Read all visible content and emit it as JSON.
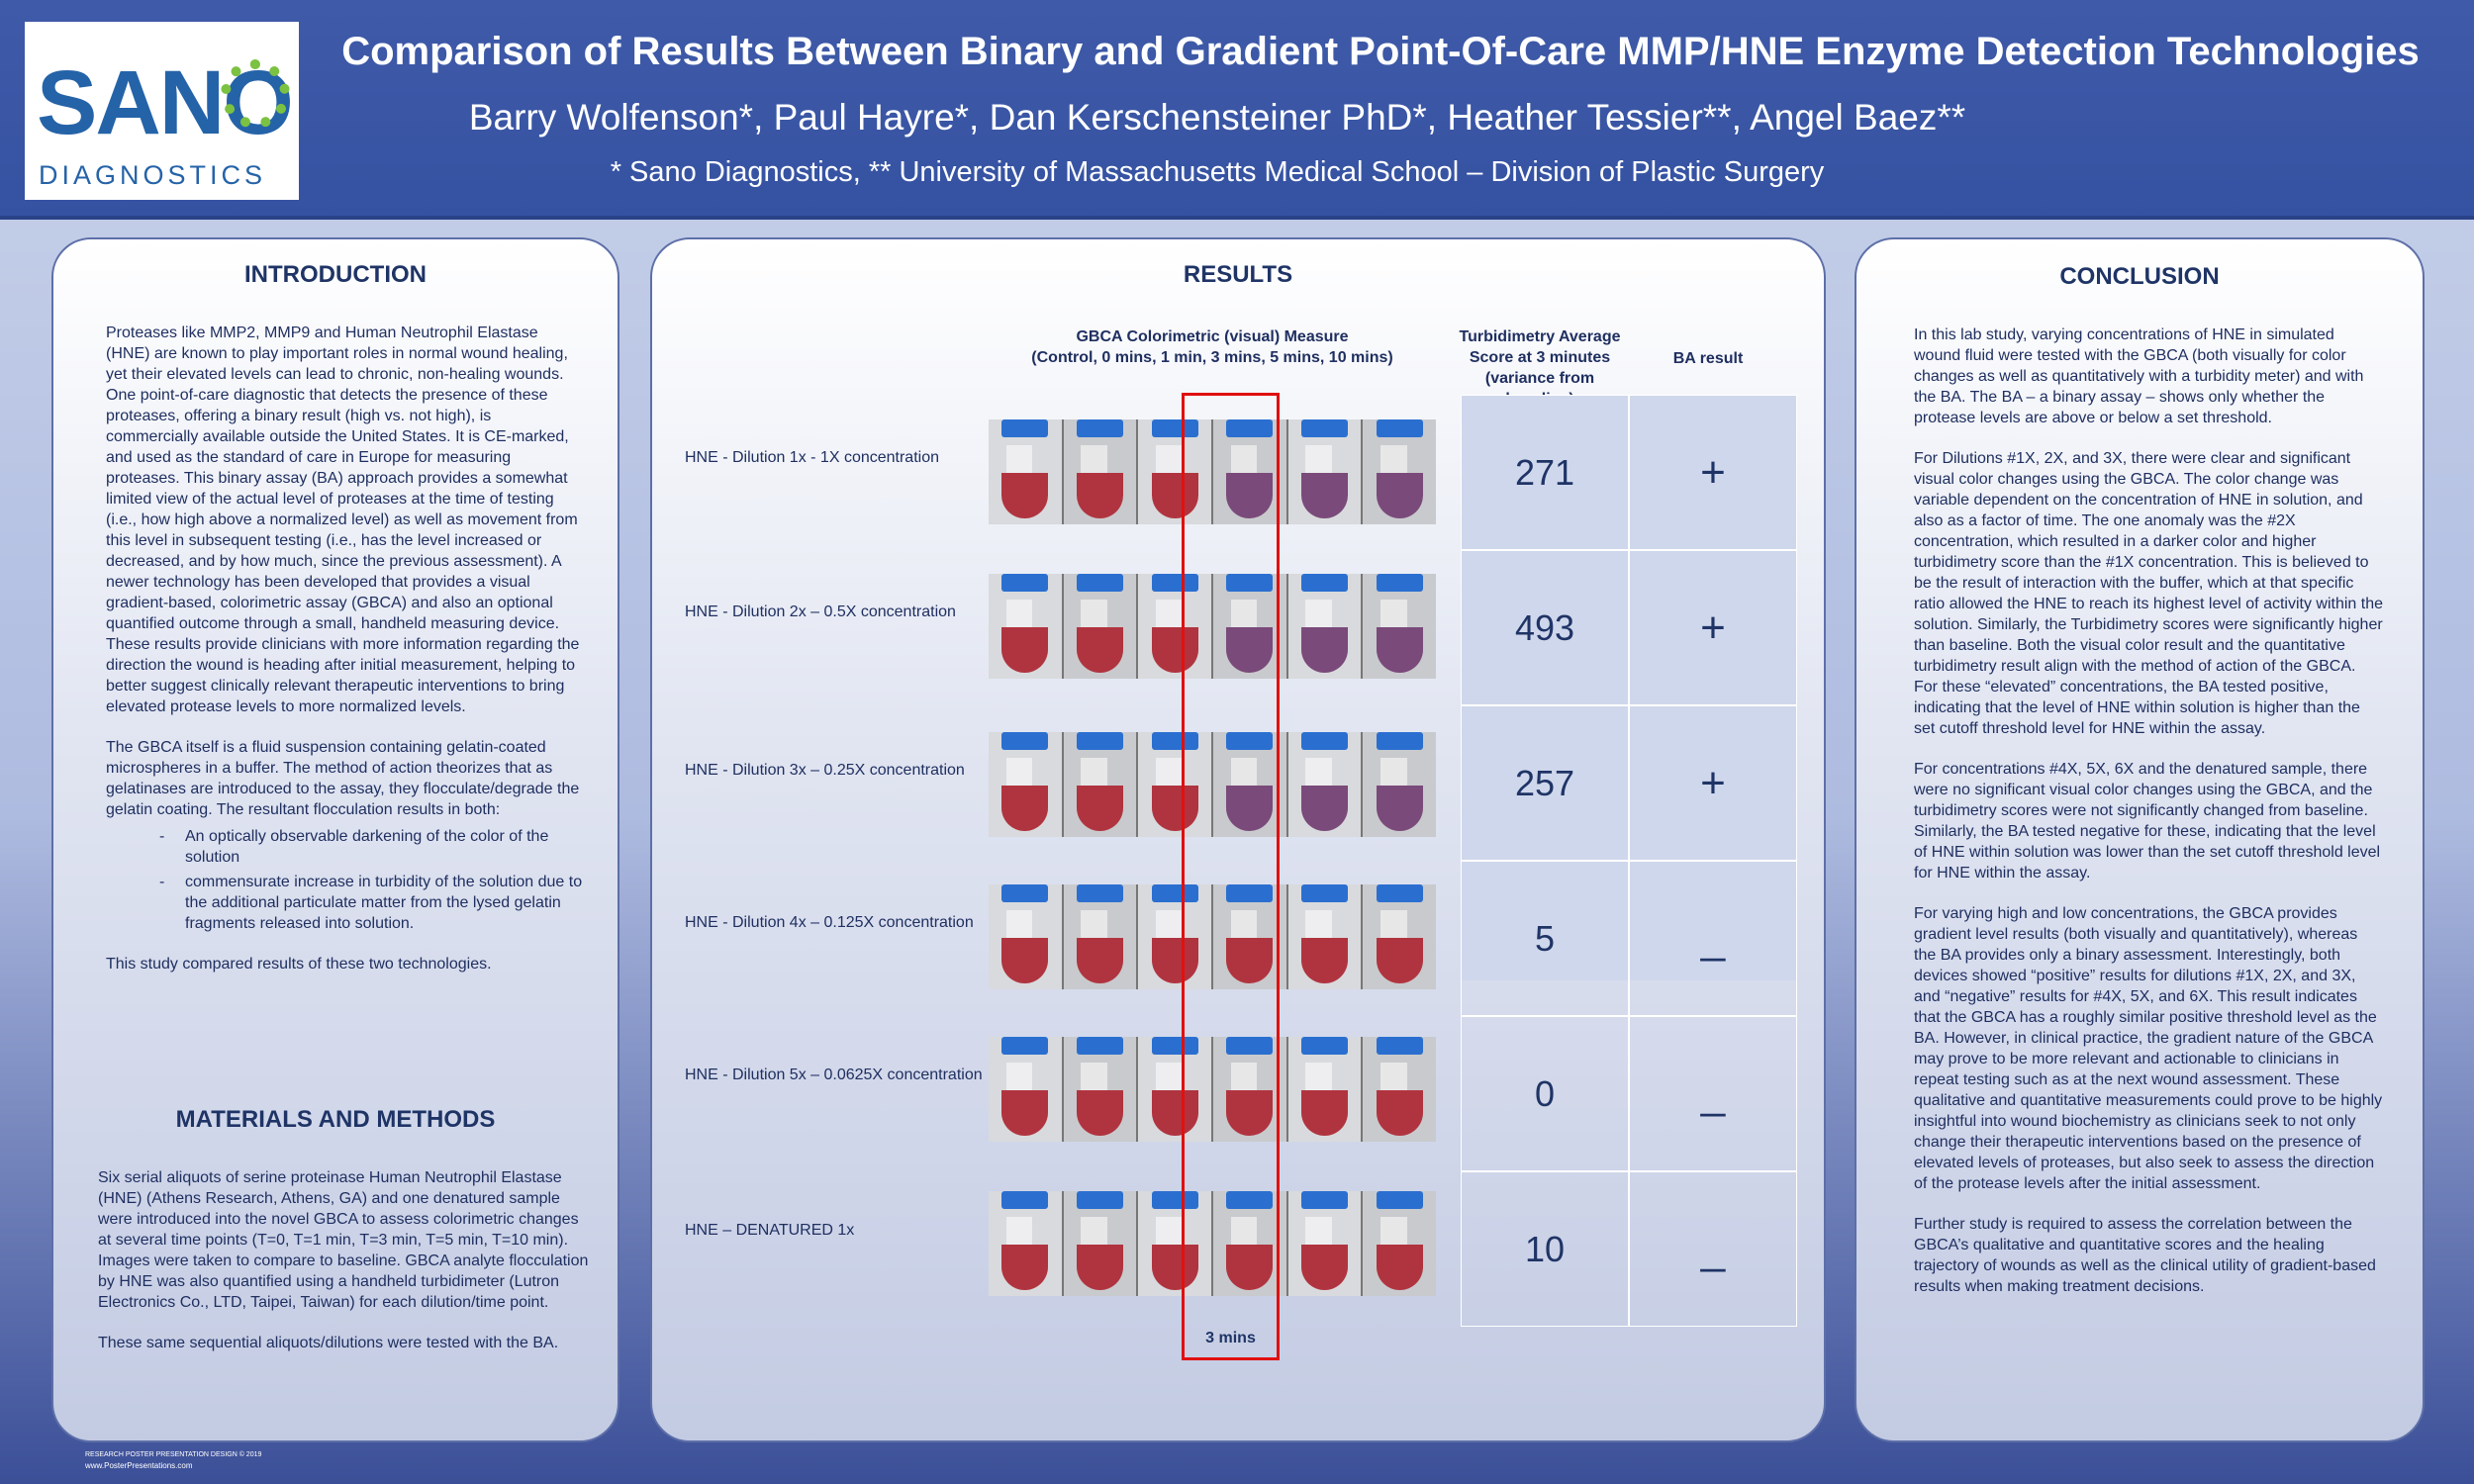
{
  "header": {
    "title": "Comparison of Results Between Binary and Gradient Point-Of-Care MMP/HNE Enzyme Detection Technologies",
    "authors": "Barry Wolfenson*, Paul Hayre*, Dan Kerschensteiner PhD*, Heather Tessier**, Angel Baez**",
    "affiliations": "* Sano Diagnostics, ** University of Massachusetts Medical School – Division of Plastic Surgery",
    "logo_word": "SANO",
    "logo_sub": "DIAGNOSTICS"
  },
  "introduction": {
    "title": "INTRODUCTION",
    "p1": "Proteases like MMP2, MMP9 and Human Neutrophil Elastase (HNE) are known to play important roles in normal wound healing, yet their elevated levels can lead to chronic, non-healing wounds.  One point-of-care diagnostic that detects the presence of these proteases, offering a binary result (high vs. not high), is commercially available outside the United States. It is CE-marked, and used as the standard of care in Europe for measuring proteases.  This binary assay (BA) approach provides a somewhat limited view of the actual level of proteases at the time of testing (i.e., how high above a normalized level) as well as movement from this level in subsequent testing (i.e., has the level increased or decreased, and by how much, since the previous assessment).  A newer technology has been developed that provides a visual gradient-based, colorimetric assay (GBCA) and also an optional quantified outcome through a small, handheld measuring device.  These results provide clinicians with more information regarding the direction the wound is heading after initial measurement, helping to better suggest clinically relevant therapeutic interventions to bring elevated protease levels to more normalized levels.",
    "p2": "The GBCA itself is a fluid suspension containing gelatin-coated microspheres in a buffer.  The method of action theorizes that as gelatinases are introduced to the assay, they flocculate/degrade the gelatin coating.  The resultant flocculation results in both:",
    "bullet1": "An optically observable darkening of the color of the solution",
    "bullet2": "commensurate increase in turbidity of the solution due to the additional particulate matter from the lysed gelatin fragments released into solution.",
    "p3": "This study compared results of these two technologies."
  },
  "methods": {
    "title": "MATERIALS AND METHODS",
    "p1": "Six serial aliquots of serine proteinase Human Neutrophil Elastase (HNE) (Athens Research, Athens, GA) and one denatured sample were introduced into the novel GBCA to assess colorimetric changes at several time points (T=0, T=1 min, T=3 min, T=5 min, T=10 min). Images were taken to compare to baseline.  GBCA analyte flocculation by HNE was also quantified using a handheld turbidimeter (Lutron Electronics Co., LTD, Taipei, Taiwan) for each dilution/time point.",
    "p2": "These same sequential aliquots/dilutions were tested with the BA."
  },
  "results": {
    "title": "RESULTS",
    "gbca_head_1": "GBCA Colorimetric (visual) Measure",
    "gbca_head_2": "(Control, 0 mins, 1 min, 3 mins, 5 mins, 10 mins)",
    "turb_head_1": "Turbidimetry  Average",
    "turb_head_2": "Score at 3 minutes",
    "turb_head_3": "(variance from baseline)",
    "ba_head": "BA result",
    "mins_label": "3 mins",
    "rows": [
      {
        "label": "HNE - Dilution 1x - 1X concentration",
        "turbidity": "271",
        "ba": "+"
      },
      {
        "label": "HNE - Dilution 2x – 0.5X concentration",
        "turbidity": "493",
        "ba": "+"
      },
      {
        "label": "HNE - Dilution 3x – 0.25X concentration",
        "turbidity": "257",
        "ba": "+"
      },
      {
        "label": "HNE - Dilution 4x – 0.125X concentration",
        "turbidity": "5",
        "ba": "_"
      },
      {
        "label": "HNE - Dilution 5x – 0.0625X concentration",
        "turbidity": "0",
        "ba": "_"
      },
      {
        "label": "HNE – DENATURED  1x",
        "turbidity": "10",
        "ba": "_"
      }
    ],
    "colors": {
      "red_sample": "#b0343f",
      "purple_sample": "#7a4a7a",
      "cap_blue": "#2a6fd0",
      "highlight_red": "#e01010"
    }
  },
  "conclusion": {
    "title": "CONCLUSION",
    "p1": "In this lab study, varying concentrations of HNE in simulated wound fluid were tested with the GBCA (both visually for color changes as well as quantitatively with a turbidity meter) and with the BA.  The BA – a binary assay – shows only whether the protease levels are above or below a set threshold.",
    "p2": "For Dilutions #1X, 2X, and 3X, there were clear and significant visual color changes using the GBCA.  The color change was variable dependent on the concentration of HNE in solution, and also as a factor of time.  The one anomaly was the #2X concentration, which resulted in a darker color and higher turbidimetry score than the #1X concentration.  This is believed to be the result of interaction with the buffer, which at that specific ratio allowed the HNE to reach its highest level of activity within the solution. Similarly, the Turbidimetry scores were significantly higher than baseline.  Both the visual color result and the quantitative turbidimetry result align with the method of action of the GBCA. For these “elevated” concentrations, the BA tested positive, indicating that the level of HNE within solution is higher than the set cutoff threshold level for HNE within the assay.",
    "p3": "For concentrations #4X, 5X, 6X and the denatured sample, there were no significant visual color changes using the GBCA, and the turbidimetry scores were not significantly changed from baseline.  Similarly, the BA tested negative for these, indicating that the level of HNE within solution was lower than the set cutoff threshold level for HNE within the assay.",
    "p4": "For varying high and low concentrations, the GBCA provides gradient level results (both visually and quantitatively), whereas the BA provides only a binary assessment.  Interestingly, both devices showed “positive” results for dilutions #1X, 2X, and 3X, and “negative” results for #4X, 5X, and 6X.  This result indicates that the GBCA has a roughly similar positive threshold level as the BA.  However, in clinical practice, the gradient nature of the GBCA may prove to be more relevant and actionable to clinicians in repeat testing such as at the next wound assessment.  These qualitative and quantitative measurements could prove to be highly insightful into wound biochemistry as clinicians seek to not only change their therapeutic interventions based on the presence of elevated levels of proteases, but also seek to assess the direction of the protease levels after the initial assessment.",
    "p5": "Further study is required to assess the correlation between the GBCA’s qualitative and quantitative scores and the healing trajectory of wounds as well as the clinical utility of gradient-based results when making treatment decisions."
  },
  "footer": {
    "line1": "RESEARCH POSTER PRESENTATION DESIGN © 2019",
    "line2": "www.PosterPresentations.com"
  }
}
